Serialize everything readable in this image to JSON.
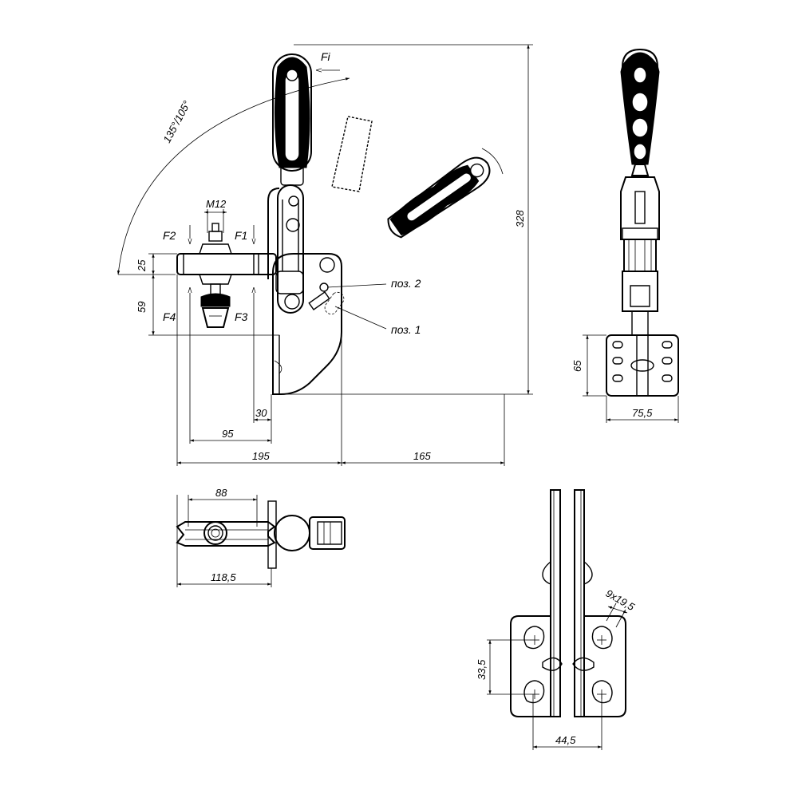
{
  "drawing": {
    "dimensions": {
      "angle": "135°/105°",
      "thread": "M12",
      "height_total": "328",
      "d25": "25",
      "d59": "59",
      "d30": "30",
      "d95": "95",
      "d195": "195",
      "d165": "165",
      "d65": "65",
      "d75_5": "75,5",
      "d88": "88",
      "d118_5": "118,5",
      "d33_5": "33,5",
      "d44_5": "44,5",
      "holes": "9x19,5"
    },
    "forces": {
      "fi": "Fi",
      "f1": "F1",
      "f2": "F2",
      "f3": "F3",
      "f4": "F4"
    },
    "positions": {
      "pos1": "поз. 1",
      "pos2": "поз. 2"
    }
  }
}
